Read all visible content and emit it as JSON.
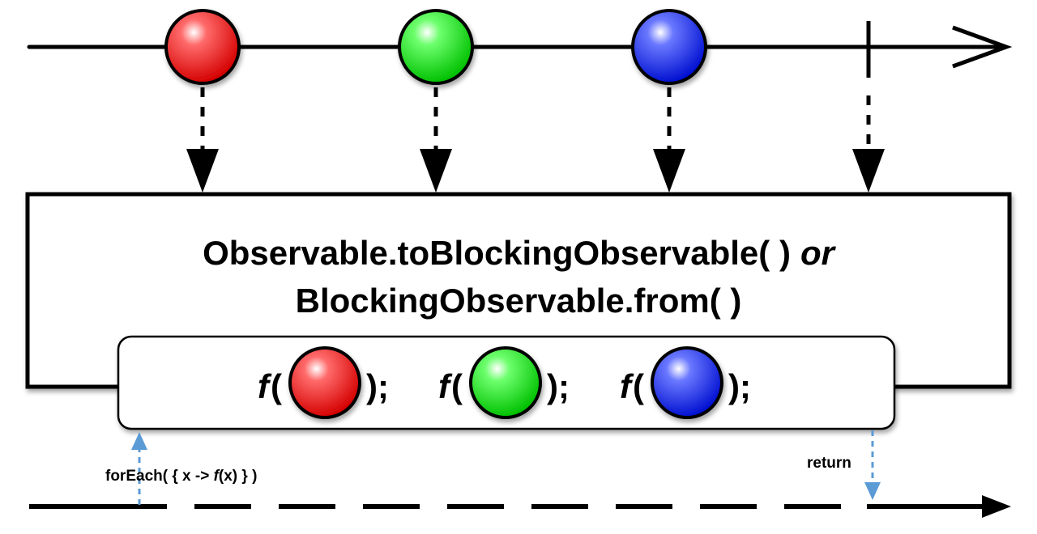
{
  "operator": {
    "line1_main": "Observable.toBlockingObservable( )",
    "line1_or": "or",
    "line2": "BlockingObservable.from( )"
  },
  "inner": {
    "calls": [
      {
        "prefix": "f",
        "open": "(",
        "close": ");",
        "color": "#ee1111"
      },
      {
        "prefix": "f",
        "open": "(",
        "close": ");",
        "color": "#11dd11"
      },
      {
        "prefix": "f",
        "open": "(",
        "close": ");",
        "color": "#1122ee"
      }
    ]
  },
  "labels": {
    "foreach_pre": "forEach( { x -> ",
    "foreach_f": "f",
    "foreach_post": "(x) } )",
    "return": "return"
  },
  "colors": {
    "red": "#ee1111",
    "green": "#11dd11",
    "blue": "#1122ee",
    "accent": "#5b9bd5",
    "stroke": "#000000"
  }
}
